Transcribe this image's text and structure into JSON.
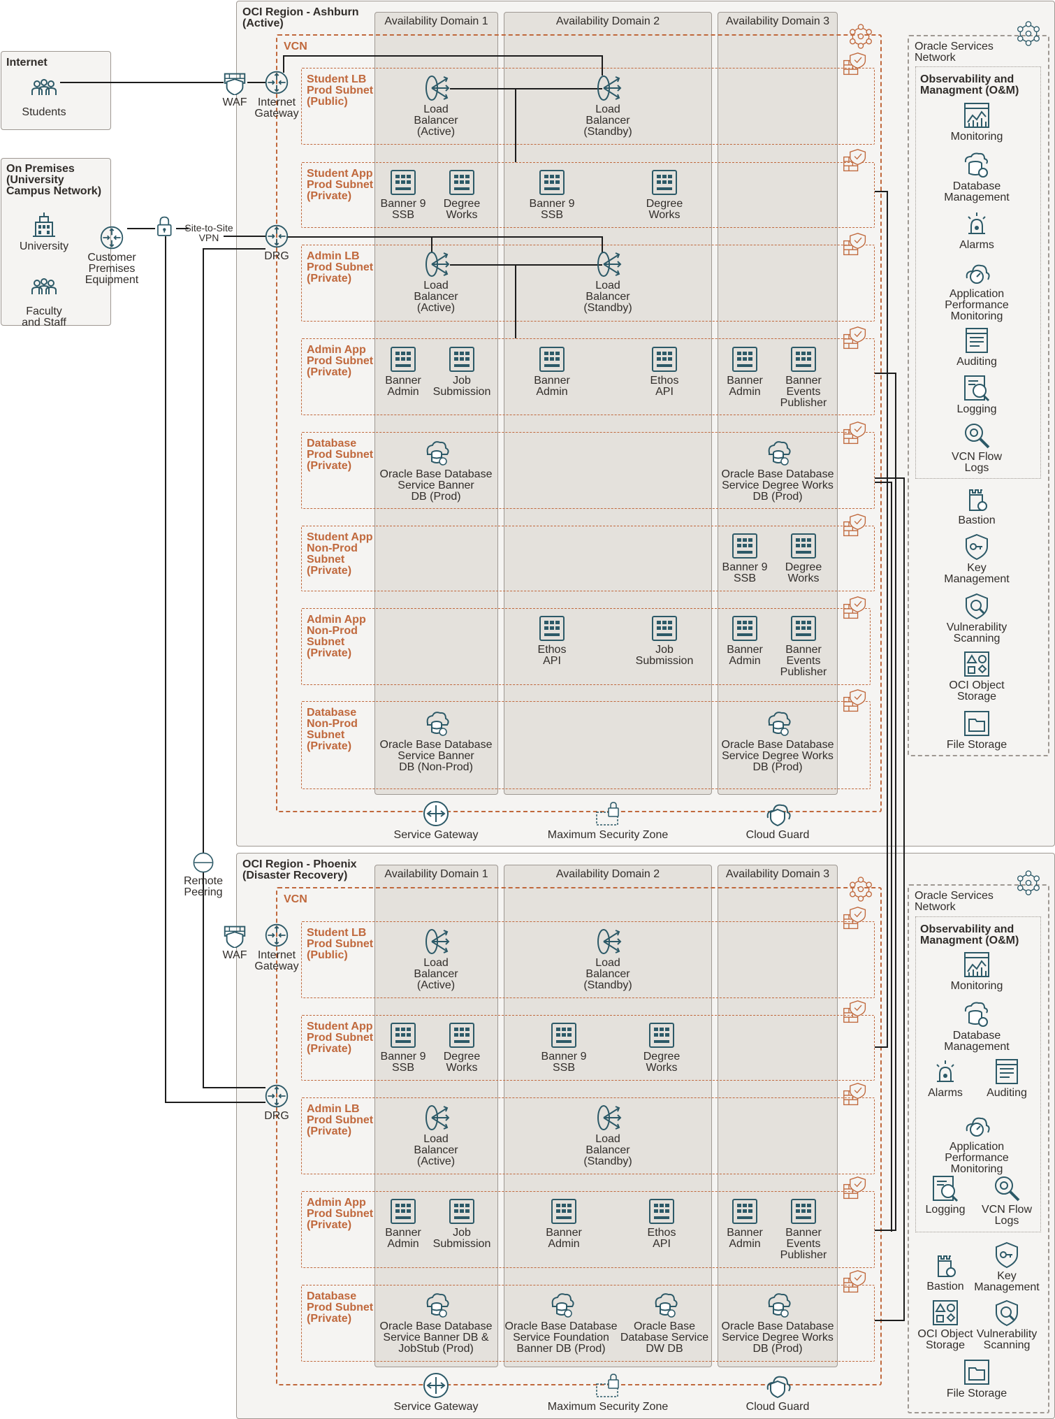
{
  "colors": {
    "accent": "#c0683c",
    "icon": "#2c5967",
    "line": "#1c1c1c",
    "panel": "#f5f4f2",
    "ad": "#e4e1dc"
  },
  "internet": {
    "title": "Internet",
    "students": "Students"
  },
  "onprem": {
    "title": "On Premises\n(University\nCampus Network)",
    "university": "University",
    "faculty": "Faculty\nand Staff",
    "cpe": "Customer\nPremises\nEquipment"
  },
  "edge": {
    "waf": "WAF",
    "igw": "Internet\nGateway",
    "vpn": "Site-to-Site\nVPN",
    "drg": "DRG",
    "remote_peering": "Remote\nPeering"
  },
  "ashburn": {
    "title": "OCI Region - Ashburn\n(Active)",
    "vcn": "VCN",
    "ad1": "Availability Domain 1",
    "ad2": "Availability Domain 2",
    "ad3": "Availability Domain 3",
    "subnets": {
      "s1": "Student LB\nProd Subnet\n(Public)",
      "s2": "Student App\nProd Subnet\n(Private)",
      "s3": "Admin LB\nProd Subnet\n(Private)",
      "s4": "Admin App\nProd Subnet\n(Private)",
      "s5": "Database\nProd Subnet\n(Private)",
      "s6": "Student App\nNon-Prod\nSubnet\n(Private)",
      "s7": "Admin App\nNon-Prod\nSubnet\n(Private)",
      "s8": "Database\nNon-Prod\nSubnet\n(Private)"
    },
    "items": {
      "lb1a": "Load\nBalancer\n(Active)",
      "lb1s": "Load\nBalancer\n(Standby)",
      "ssb1": "Banner 9\nSSB",
      "dw1": "Degree\nWorks",
      "ssb2": "Banner 9\nSSB",
      "dw2": "Degree\nWorks",
      "lb2a": "Load\nBalancer\n(Active)",
      "lb2s": "Load\nBalancer\n(Standby)",
      "ba1": "Banner\nAdmin",
      "js1": "Job\nSubmission",
      "ba2": "Banner\nAdmin",
      "ethos1": "Ethos\nAPI",
      "ba3": "Banner\nAdmin",
      "bep1": "Banner\nEvents\nPublisher",
      "db1": "Oracle Base Database\nService Banner\nDB (Prod)",
      "db2": "Oracle Base Database\nService Degree Works\nDB (Prod)",
      "np_ssb": "Banner 9\nSSB",
      "np_dw": "Degree\nWorks",
      "np_ethos": "Ethos\nAPI",
      "np_js": "Job\nSubmission",
      "np_ba": "Banner\nAdmin",
      "np_bep": "Banner\nEvents\nPublisher",
      "np_db1": "Oracle Base Database\nService Banner\nDB (Non-Prod)",
      "np_db2": "Oracle Base Database\nService Degree Works\nDB (Prod)"
    },
    "footer": {
      "sgw": "Service Gateway",
      "msz": "Maximum Security Zone",
      "cg": "Cloud Guard"
    }
  },
  "phoenix": {
    "title": "OCI Region - Phoenix\n(Disaster Recovery)",
    "vcn": "VCN",
    "ad1": "Availability Domain 1",
    "ad2": "Availability Domain 2",
    "ad3": "Availability Domain 3",
    "subnets": {
      "s1": "Student LB\nProd Subnet\n(Public)",
      "s2": "Student App\nProd Subnet\n(Private)",
      "s3": "Admin LB\nProd Subnet\n(Private)",
      "s4": "Admin App\nProd Subnet\n(Private)",
      "s5": "Database\nProd Subnet\n(Private)"
    },
    "items": {
      "lb1a": "Load\nBalancer\n(Active)",
      "lb1s": "Load\nBalancer\n(Standby)",
      "ssb1": "Banner 9\nSSB",
      "dw1": "Degree\nWorks",
      "ssb2": "Banner 9\nSSB",
      "dw2": "Degree\nWorks",
      "lb2a": "Load\nBalancer\n(Active)",
      "lb2s": "Load\nBalancer\n(Standby)",
      "ba1": "Banner\nAdmin",
      "js1": "Job\nSubmission",
      "ba2": "Banner\nAdmin",
      "ethos1": "Ethos\nAPI",
      "ba3": "Banner\nAdmin",
      "bep1": "Banner\nEvents\nPublisher",
      "db1": "Oracle Base Database\nService Banner DB &\nJobStub (Prod)",
      "db2": "Oracle Base Database\nService Foundation\nBanner DB (Prod)",
      "db3": "Oracle Base\nDatabase Service\nDW DB",
      "db4": "Oracle Base Database\nService Degree Works\nDB (Prod)"
    },
    "footer": {
      "sgw": "Service Gateway",
      "msz": "Maximum Security Zone",
      "cg": "Cloud Guard"
    }
  },
  "osn": {
    "title": "Oracle Services\nNetwork",
    "om": "Observability and\nManagment (O&M)",
    "monitoring": "Monitoring",
    "dbm": "Database\nManagement",
    "alarms": "Alarms",
    "apm": "Application\nPerformance\nMonitoring",
    "auditing": "Auditing",
    "logging": "Logging",
    "vcnflow": "VCN Flow\nLogs",
    "bastion": "Bastion",
    "keymgmt": "Key\nManagement",
    "vuln": "Vulnerability\nScanning",
    "objstore": "OCI Object\nStorage",
    "filestore": "File Storage"
  }
}
